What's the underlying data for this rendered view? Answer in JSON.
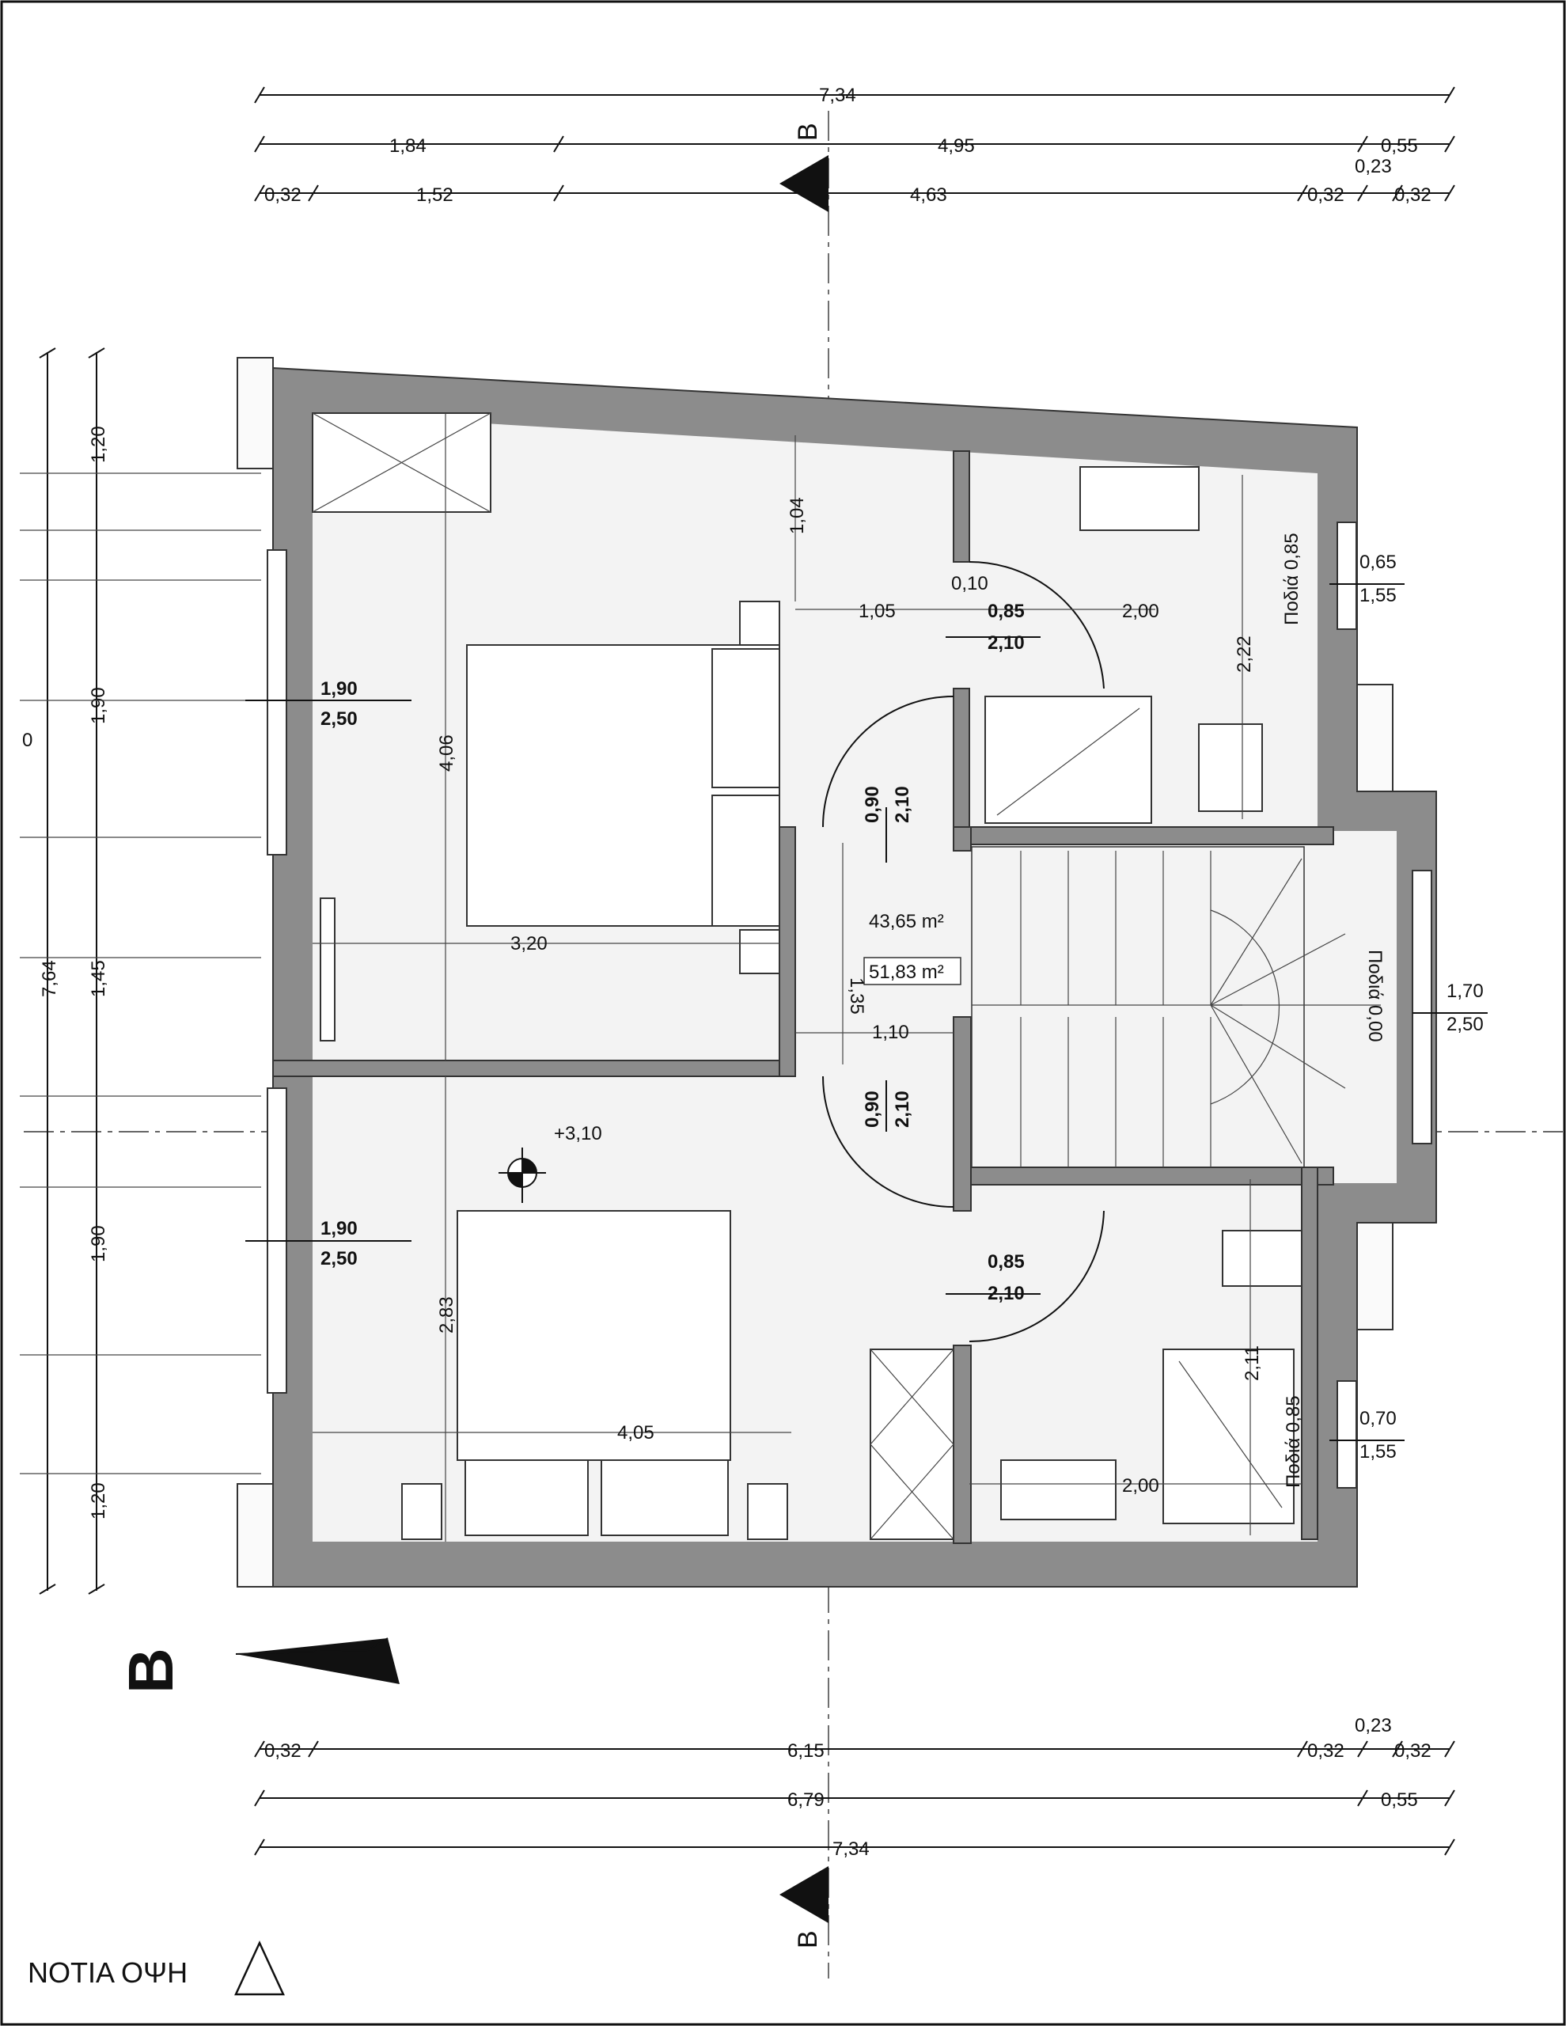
{
  "title": "ΝΟΤΙΑ ΟΨΗ",
  "section_mark": "B",
  "orientation_label": "B",
  "dims_top": {
    "total": "7,34",
    "row2": [
      "1,84",
      "4,95",
      "0,55"
    ],
    "row3": [
      "0,32",
      "1,52",
      "4,63",
      "0,32",
      "0,32"
    ],
    "small": "0,23"
  },
  "dims_bottom": {
    "row1": [
      "0,32",
      "6,15",
      "0,32",
      "0,32"
    ],
    "small": "0,23",
    "row2": [
      "6,79",
      "0,55"
    ],
    "total": "7,34"
  },
  "dims_left": {
    "total": "7,64",
    "parts": [
      "1,20",
      "1,90",
      "1,45",
      "1,90",
      "1,20"
    ],
    "cut": "0"
  },
  "rooms": {
    "bedroom1": {
      "window_w": "1,90",
      "window_h": "2,50",
      "width": "3,20",
      "depth": "4,06"
    },
    "bedroom2": {
      "window_w": "1,90",
      "window_h": "2,50",
      "width": "4,05",
      "depth": "2,83"
    },
    "hall": {
      "area_net": "43,65 m²",
      "area_gross": "51,83 m²",
      "w1": "1,35",
      "w2": "1,10",
      "w3": "1,04",
      "w4": "1,05",
      "level": "+3,10"
    },
    "doors": [
      {
        "w": "0,90",
        "h": "2,10"
      },
      {
        "w": "0,90",
        "h": "2,10"
      },
      {
        "w": "0,85",
        "h": "2,10"
      },
      {
        "w": "0,85",
        "h": "2,10"
      }
    ],
    "bath1": {
      "d1": "0,10",
      "d2": "2,00",
      "d3": "2,22",
      "win_w": "0,65",
      "win_h": "1,55",
      "sill": "Ποδιά 0,85"
    },
    "bath2": {
      "d1": "2,00",
      "d2": "2,11",
      "win_w": "0,70",
      "win_h": "1,55",
      "sill": "Ποδιά 0,85"
    },
    "stair": {
      "win_w": "1,70",
      "win_h": "2,50",
      "sill": "Ποδιά 0,00"
    }
  }
}
